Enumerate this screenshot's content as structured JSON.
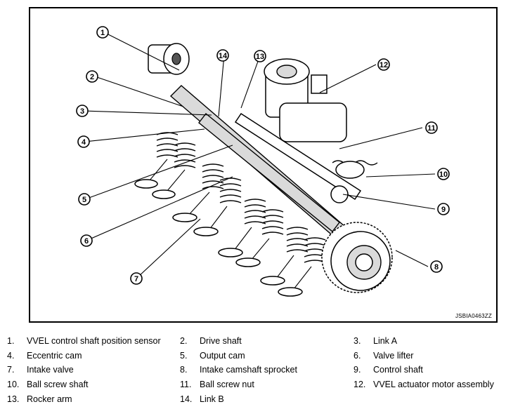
{
  "figure": {
    "code": "JSBIA0463ZZ",
    "callouts": [
      {
        "id": "1",
        "label": "1"
      },
      {
        "id": "2",
        "label": "2"
      },
      {
        "id": "3",
        "label": "3"
      },
      {
        "id": "4",
        "label": "4"
      },
      {
        "id": "5",
        "label": "5"
      },
      {
        "id": "6",
        "label": "6"
      },
      {
        "id": "7",
        "label": "7"
      },
      {
        "id": "8",
        "label": "8"
      },
      {
        "id": "9",
        "label": "9"
      },
      {
        "id": "10",
        "label": "10"
      },
      {
        "id": "11",
        "label": "11"
      },
      {
        "id": "12",
        "label": "12"
      },
      {
        "id": "13",
        "label": "13"
      },
      {
        "id": "14",
        "label": "14"
      }
    ]
  },
  "legend": [
    {
      "num": "1.",
      "label": "VVEL control shaft position sensor"
    },
    {
      "num": "2.",
      "label": "Drive shaft"
    },
    {
      "num": "3.",
      "label": "Link A"
    },
    {
      "num": "4.",
      "label": "Eccentric cam"
    },
    {
      "num": "5.",
      "label": "Output cam"
    },
    {
      "num": "6.",
      "label": "Valve lifter"
    },
    {
      "num": "7.",
      "label": "Intake valve"
    },
    {
      "num": "8.",
      "label": "Intake camshaft sprocket"
    },
    {
      "num": "9.",
      "label": "Control shaft"
    },
    {
      "num": "10.",
      "label": "Ball screw shaft"
    },
    {
      "num": "11.",
      "label": "Ball screw nut"
    },
    {
      "num": "12.",
      "label": "VVEL actuator motor assembly"
    },
    {
      "num": "13.",
      "label": "Rocker arm"
    },
    {
      "num": "14.",
      "label": "Link B"
    }
  ]
}
